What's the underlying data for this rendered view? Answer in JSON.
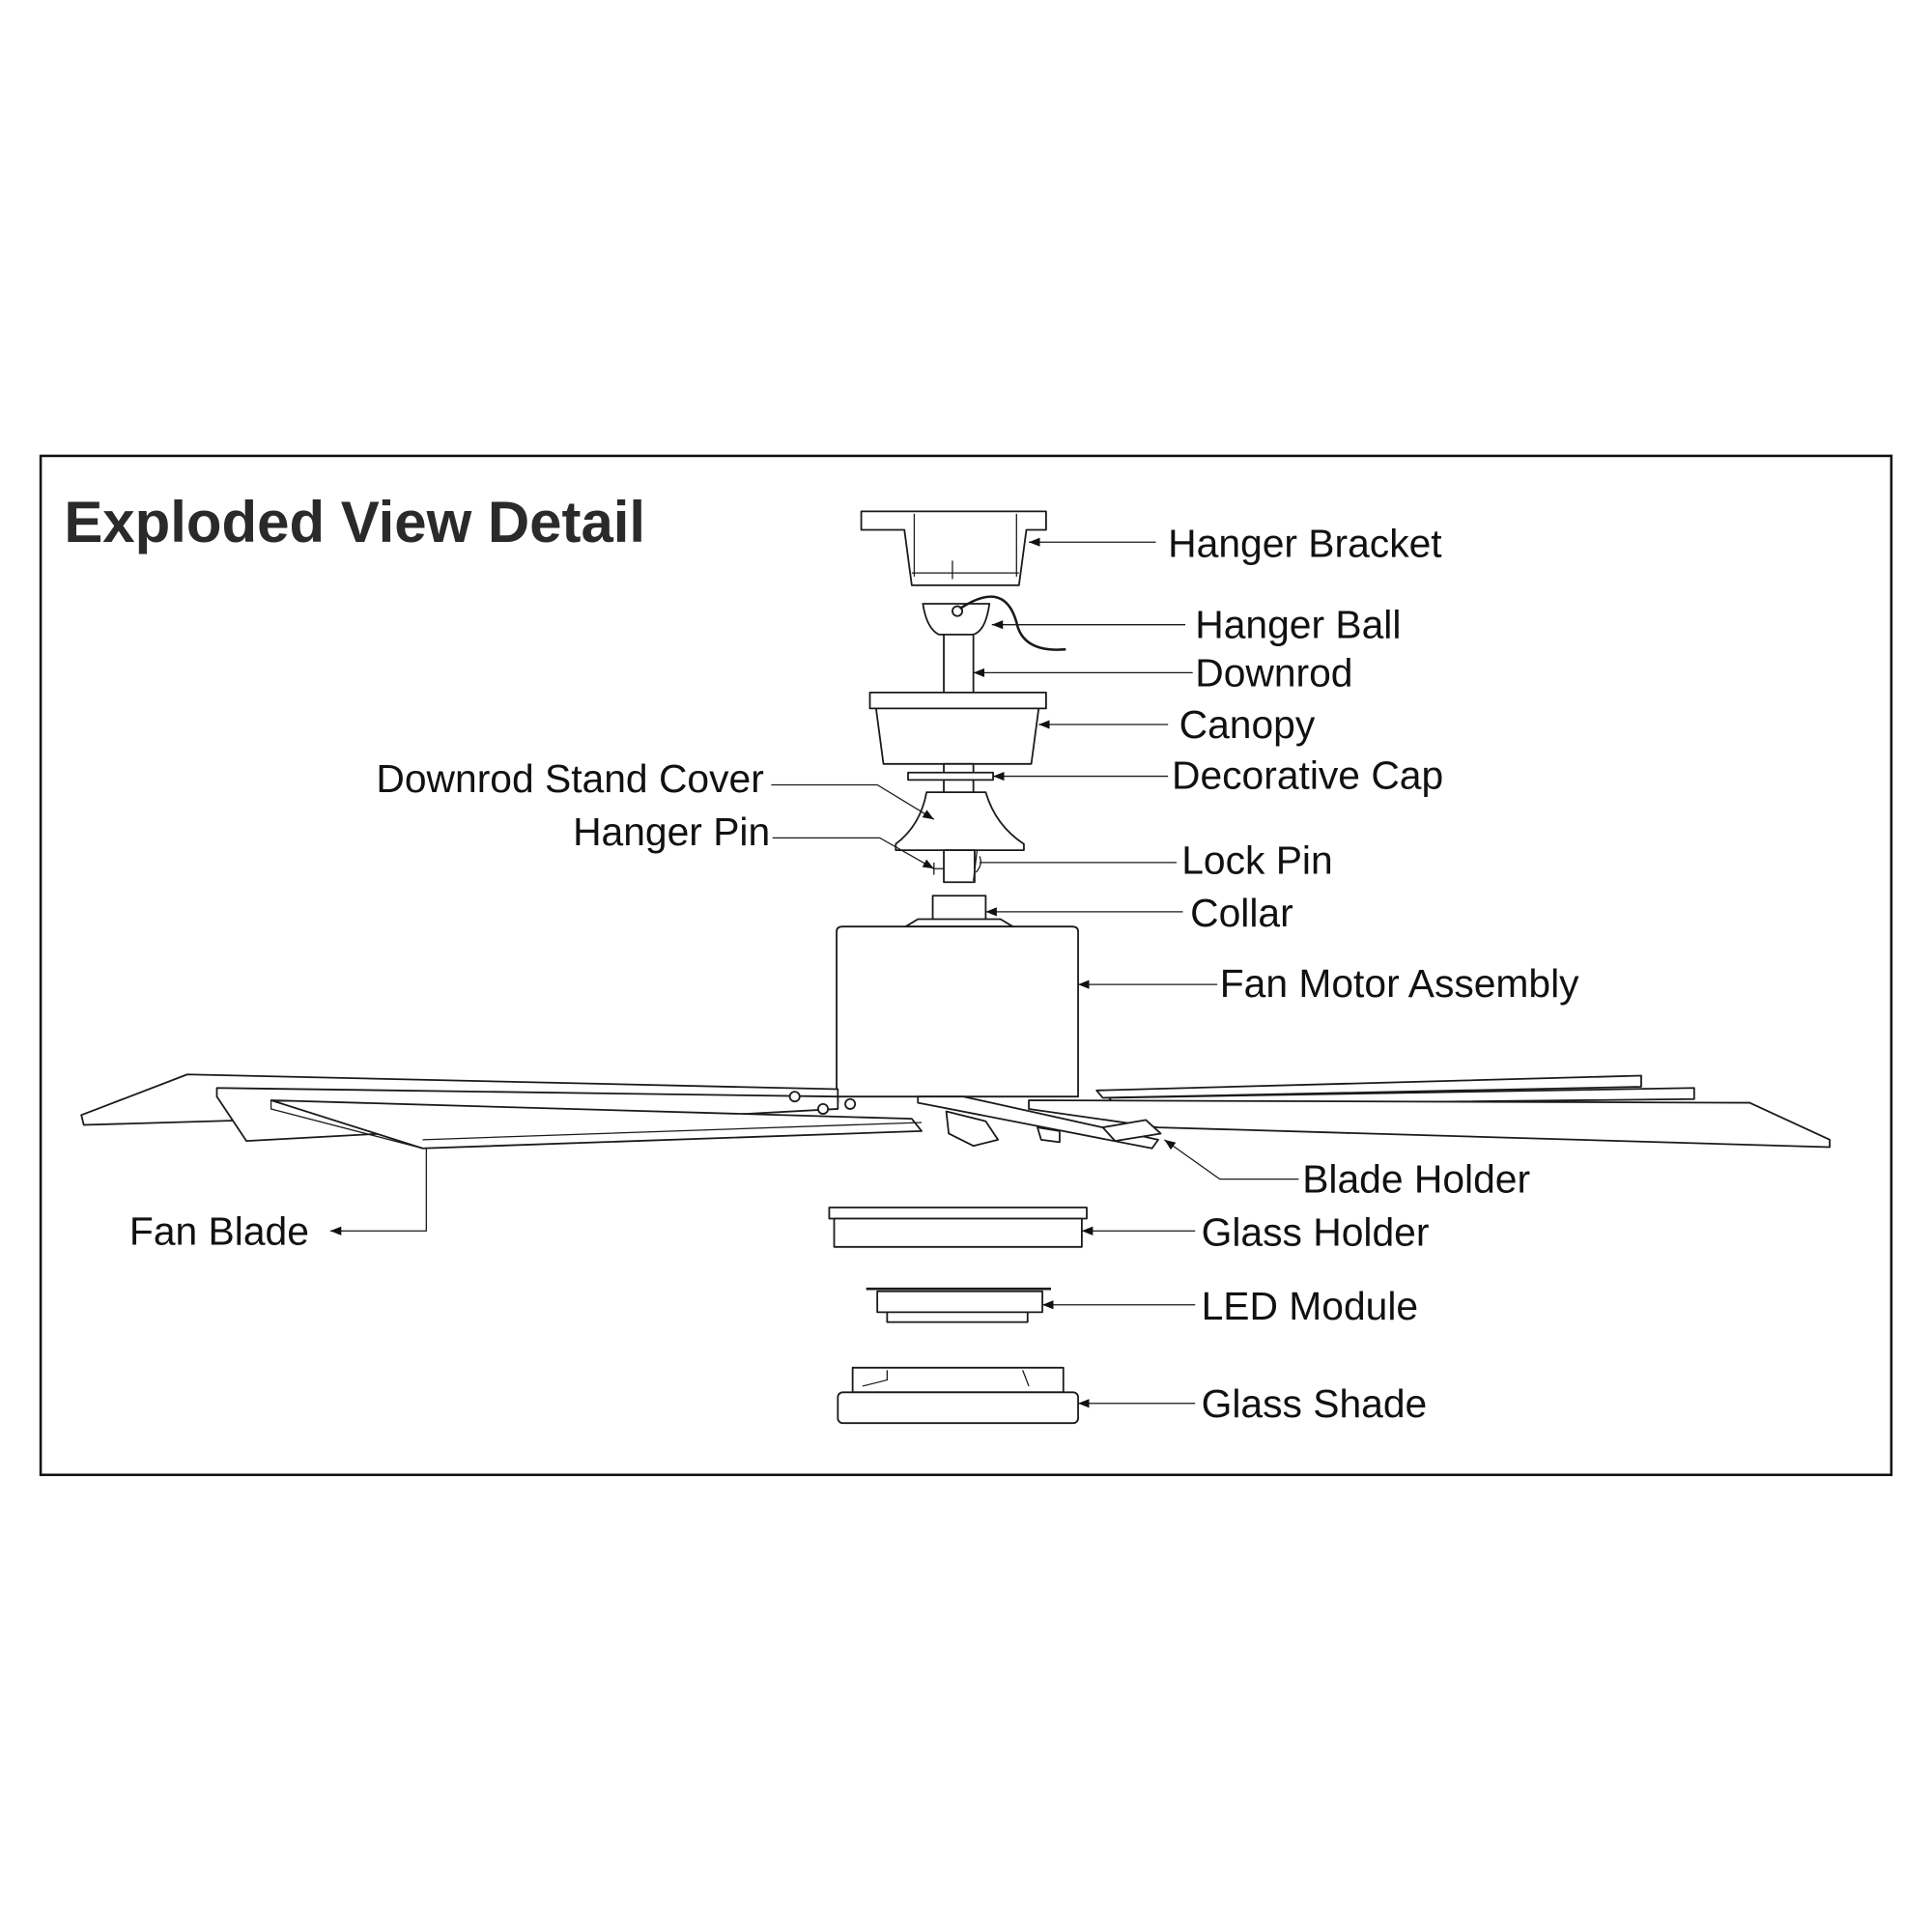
{
  "title": "Exploded View Detail",
  "labels": {
    "hanger_bracket": "Hanger Bracket",
    "hanger_ball": "Hanger Ball",
    "downrod": "Downrod",
    "canopy": "Canopy",
    "decorative_cap": "Decorative Cap",
    "downrod_stand_cover": "Downrod Stand Cover",
    "hanger_pin": "Hanger Pin",
    "lock_pin": "Lock Pin",
    "collar": "Collar",
    "fan_motor_assembly": "Fan Motor Assembly",
    "blade_holder": "Blade Holder",
    "fan_blade": "Fan Blade",
    "glass_holder": "Glass Holder",
    "led_module": "LED Module",
    "glass_shade": "Glass Shade"
  }
}
